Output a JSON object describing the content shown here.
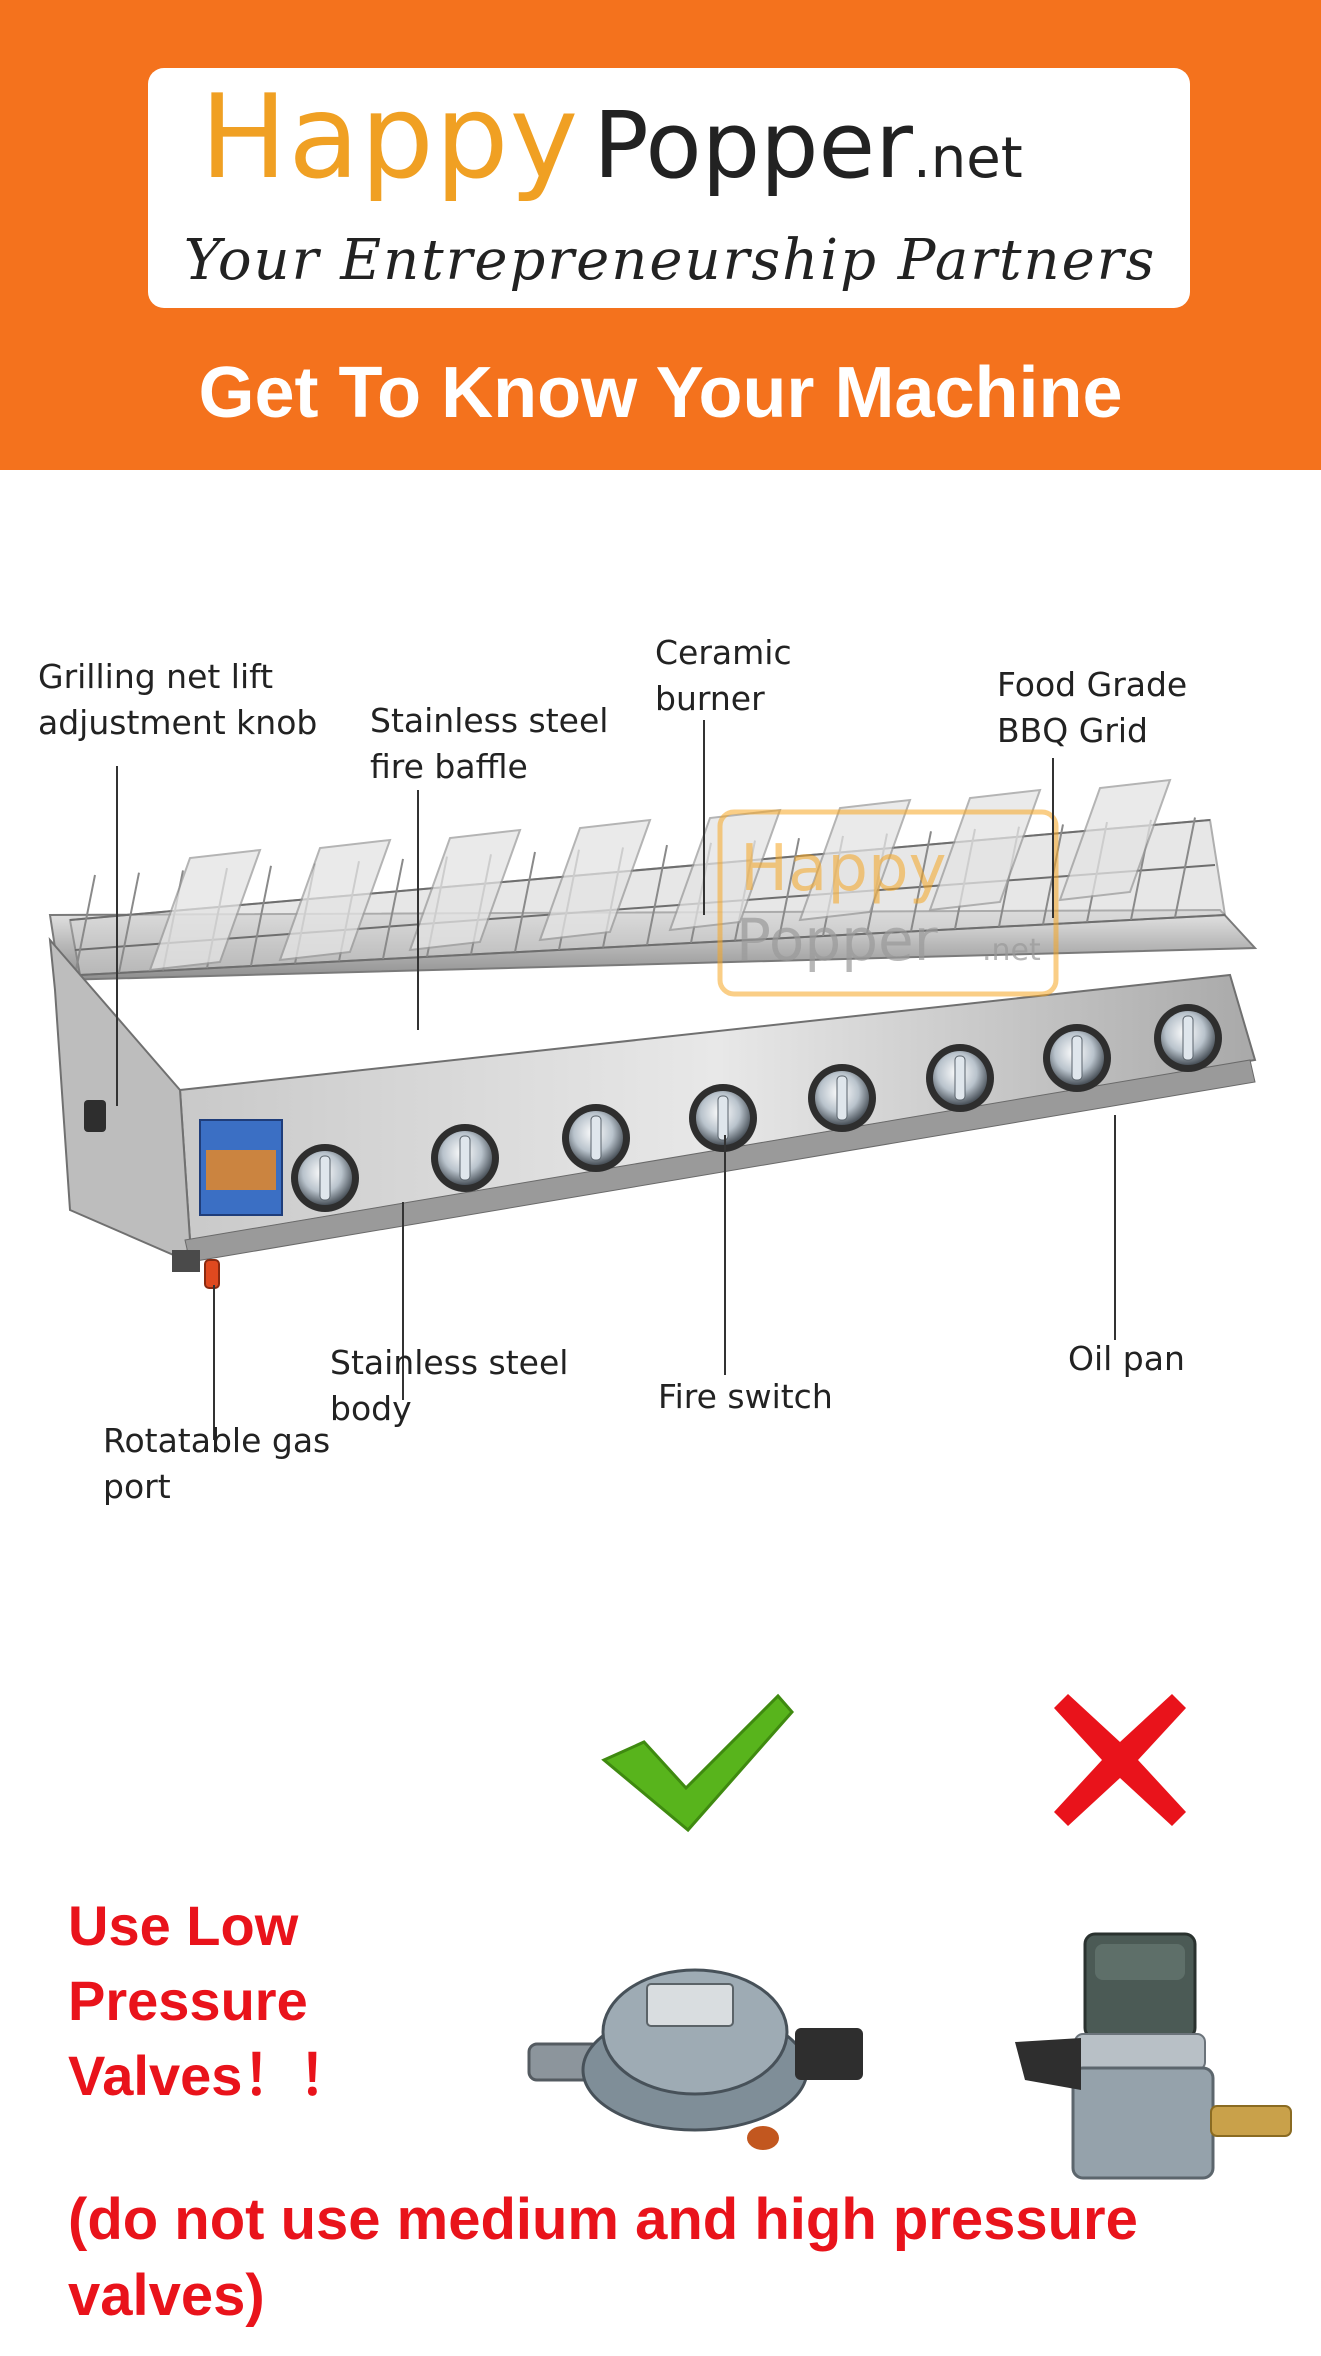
{
  "header": {
    "logo": {
      "happy": "Happy",
      "popper": "Popper",
      "tld": ".net",
      "tagline": "Your Entrepreneurship Partners"
    },
    "title": "Get To Know Your Machine",
    "background_color": "#f4721d"
  },
  "diagram": {
    "watermark": {
      "happy": "Happy",
      "popper": "Popper",
      "tld": ".net"
    },
    "callouts": {
      "grilling_net_knob": {
        "line1": "Grilling net lift",
        "line2": "adjustment knob"
      },
      "fire_baffle": {
        "line1": "Stainless steel",
        "line2": "fire baffle"
      },
      "ceramic_burner": {
        "line1": "Ceramic",
        "line2": "burner"
      },
      "bbq_grid": {
        "line1": "Food Grade",
        "line2": "BBQ Grid"
      },
      "gas_port": {
        "line1": "Rotatable gas",
        "line2": "port"
      },
      "steel_body": {
        "line1": "Stainless steel",
        "line2": "body"
      },
      "fire_switch": {
        "line1": "Fire switch"
      },
      "oil_pan": {
        "line1": "Oil pan"
      }
    }
  },
  "valves": {
    "correct_icon": "check-icon",
    "wrong_icon": "cross-icon",
    "warning_line1": "Use Low",
    "warning_line2": "Pressure",
    "warning_line3": "Valves！！",
    "warning_note": "(do not use medium and high pressure valves)",
    "accent_red": "#e9131b",
    "accent_green": "#58b41c"
  }
}
